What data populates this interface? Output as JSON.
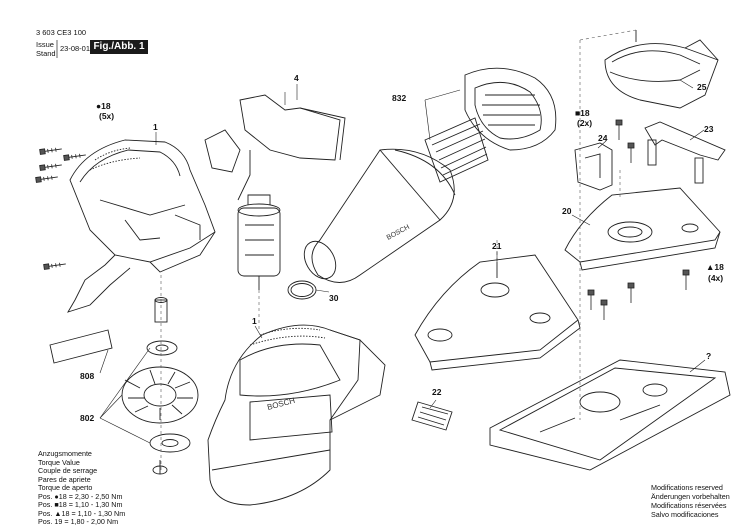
{
  "header": {
    "doc_number": "3 603 CE3 100",
    "issue_label": "Issue",
    "stand_label": "Stand",
    "date": "23-08-01",
    "fig_label": "Fig./Abb. 1"
  },
  "parts": {
    "p1a": "1",
    "p1b": "1",
    "p4": "4",
    "p832": "832",
    "p30": "30",
    "p808": "808",
    "p802": "802",
    "p21": "21",
    "p22": "22",
    "p20": "20",
    "p23": "23",
    "p24": "24",
    "p25": "25",
    "pq": "?",
    "s18_circle": "●18",
    "s18_circle_qty": "(5x)",
    "s18_square": "■18",
    "s18_square_qty": "(2x)",
    "s18_tri": "▲18",
    "s18_tri_qty": "(4x)"
  },
  "torque": {
    "title_de": "Anzugsmomente",
    "title_en": "Torque Value",
    "title_fr": "Couple de serrage",
    "title_es": "Pares de apriete",
    "title_pt": "Torque de aperto",
    "row1": "Pos. ●18 = 2,30 - 2,50 Nm",
    "row2": "Pos. ■18 = 1,10 - 1,30 Nm",
    "row3": "Pos. ▲18 = 1,10 - 1,30 Nm",
    "row4": "Pos.   19 = 1,80 - 2,00 Nm"
  },
  "notes": {
    "en": "Modifications reserved",
    "de": "Änderungen vorbehalten",
    "fr": "Modifications réservées",
    "es": "Salvo modificaciones"
  }
}
